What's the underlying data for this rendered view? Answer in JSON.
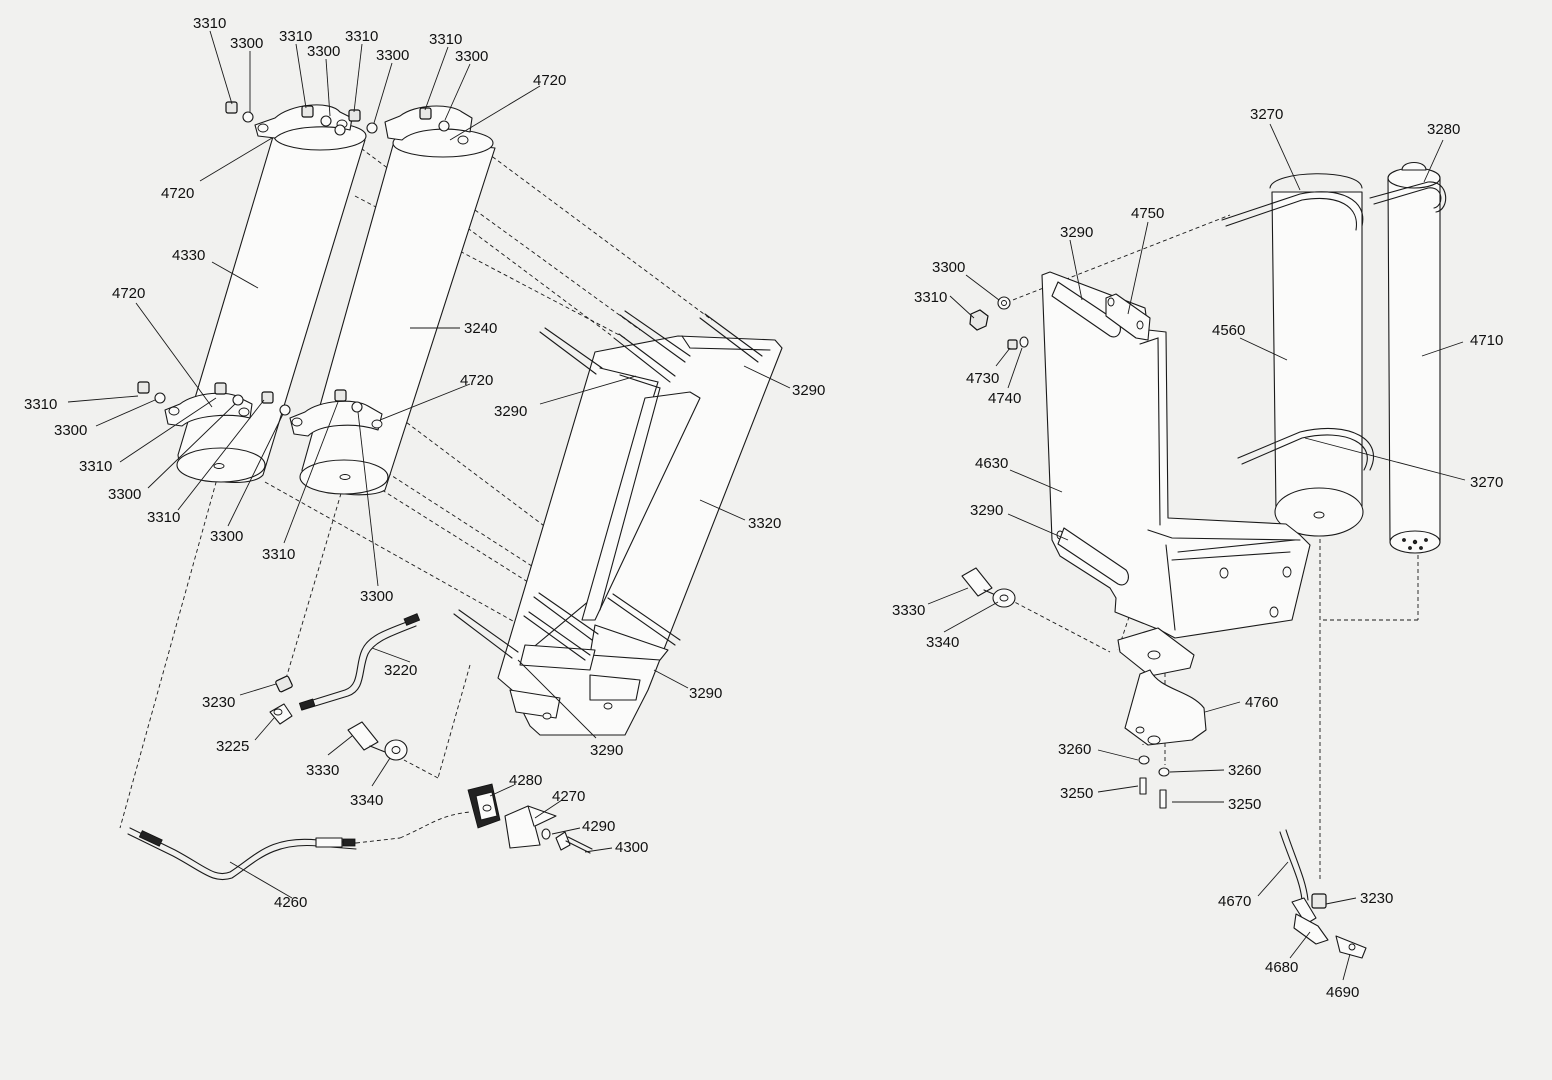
{
  "labels": {
    "l01": "3310",
    "l02": "3300",
    "l03": "3310",
    "l04": "3300",
    "l05": "3310",
    "l06": "3300",
    "l07": "3310",
    "l08": "3300",
    "l09": "4720",
    "l10": "4720",
    "l11": "4330",
    "l12": "4720",
    "l13": "3240",
    "l14": "4720",
    "l15": "3310",
    "l16": "3300",
    "l17": "3310",
    "l18": "3300",
    "l19": "3310",
    "l20": "3300",
    "l21": "3310",
    "l22": "3300",
    "l23": "3290",
    "l24": "3290",
    "l25": "3320",
    "l26": "3220",
    "l27": "3230",
    "l28": "3225",
    "l29": "3330",
    "l30": "3340",
    "l31": "3290",
    "l32": "3290",
    "l33": "4280",
    "l34": "4270",
    "l35": "4290",
    "l36": "4300",
    "l37": "4260",
    "r01": "3270",
    "r02": "3280",
    "r03": "3290",
    "r04": "4750",
    "r05": "3300",
    "r06": "3310",
    "r07": "4560",
    "r08": "4710",
    "r09": "4730",
    "r10": "4740",
    "r11": "3270",
    "r12": "4630",
    "r13": "3290",
    "r14": "3330",
    "r15": "3340",
    "r16": "4760",
    "r17": "3260",
    "r18": "3260",
    "r19": "3250",
    "r20": "3250",
    "r21": "4670",
    "r22": "3230",
    "r23": "4680",
    "r24": "4690"
  }
}
